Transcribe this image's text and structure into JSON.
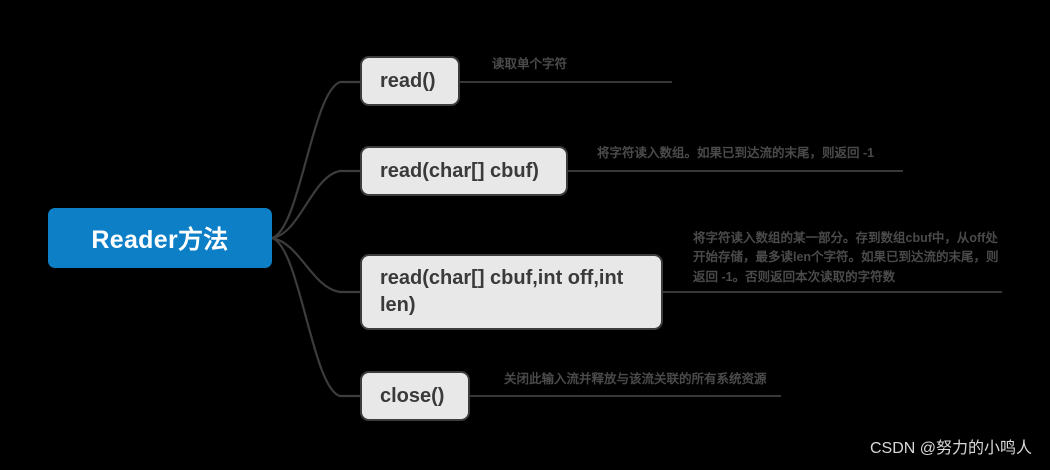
{
  "diagram": {
    "type": "mind-map",
    "background_color": "#000000",
    "root": {
      "label": "Reader方法",
      "fill_color": "#0c7fc7",
      "text_color": "#ffffff"
    },
    "node_fill_color": "#e8e8e8",
    "node_border_color": "#3c3c3c",
    "node_text_color": "#3a3a3a",
    "annotation_text_color": "#4a4a4a",
    "branches": [
      {
        "label": "read()",
        "annotation": "读取单个字符"
      },
      {
        "label": "read(char[] cbuf)",
        "annotation": "将字符读入数组。如果已到达流的末尾，则返回 -1"
      },
      {
        "label": "read(char[] cbuf,int off,int len)",
        "annotation": "将字符读入数组的某一部分。存到数组cbuf中，从off处开始存储，最多读len个字符。如果已到达流的末尾，则返回 -1。否则返回本次读取的字符数"
      },
      {
        "label": "close()",
        "annotation": "关闭此输入流并释放与该流关联的所有系统资源"
      }
    ]
  },
  "watermark": {
    "text": "CSDN @努力的小鸣人"
  }
}
